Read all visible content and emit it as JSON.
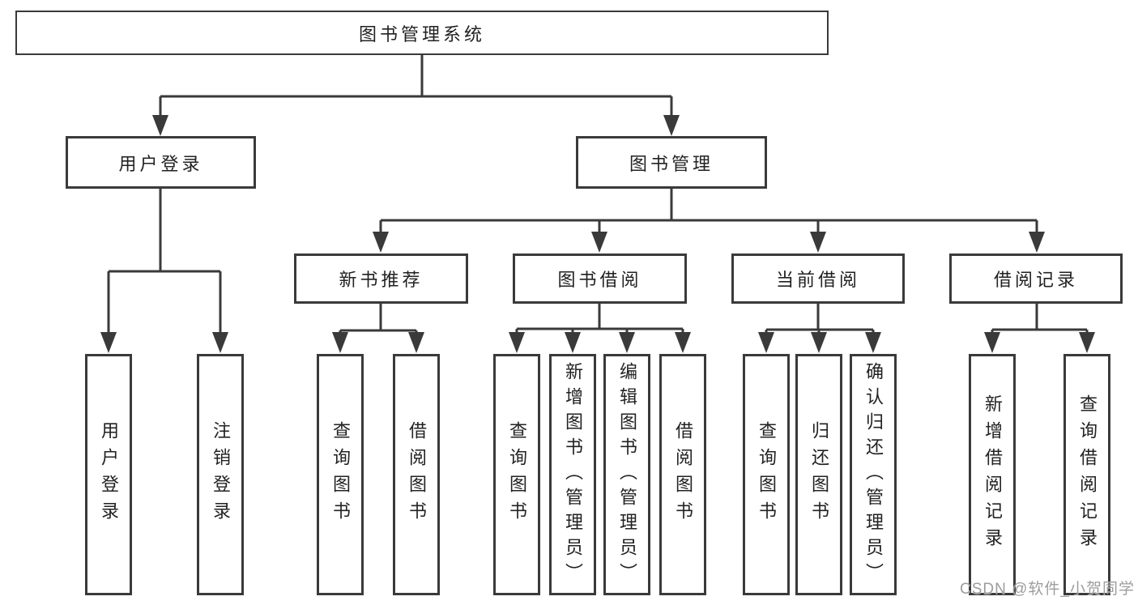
{
  "diagram": {
    "nodes": {
      "root": {
        "label": "图书管理系统"
      },
      "user_login": {
        "label": "用户登录"
      },
      "book_mgmt": {
        "label": "图书管理"
      },
      "new_books": {
        "label": "新书推荐"
      },
      "book_borrow": {
        "label": "图书借阅"
      },
      "current_borrow": {
        "label": "当前借阅"
      },
      "borrow_records": {
        "label": "借阅记录"
      },
      "leaf_user_login": {
        "label": "用户登录"
      },
      "leaf_logout": {
        "label": "注销登录"
      },
      "leaf_query_book_1": {
        "label": "查询图书"
      },
      "leaf_borrow_book_1": {
        "label": "借阅图书"
      },
      "leaf_query_book_2": {
        "label": "查询图书"
      },
      "leaf_add_book": {
        "label": "新增图书（管理员）"
      },
      "leaf_edit_book": {
        "label": "编辑图书（管理员）"
      },
      "leaf_borrow_book_2": {
        "label": "借阅图书"
      },
      "leaf_query_book_3": {
        "label": "查询图书"
      },
      "leaf_return_book": {
        "label": "归还图书"
      },
      "leaf_confirm_return": {
        "label": "确认归还（管理员）"
      },
      "leaf_add_record": {
        "label": "新增借阅记录"
      },
      "leaf_query_record": {
        "label": "查询借阅记录"
      }
    },
    "hierarchy": {
      "图书管理系统": {
        "用户登录": [
          "用户登录",
          "注销登录"
        ],
        "图书管理": {
          "新书推荐": [
            "查询图书",
            "借阅图书"
          ],
          "图书借阅": [
            "查询图书",
            "新增图书（管理员）",
            "编辑图书（管理员）",
            "借阅图书"
          ],
          "当前借阅": [
            "查询图书",
            "归还图书",
            "确认归还（管理员）"
          ],
          "借阅记录": [
            "新增借阅记录",
            "查询借阅记录"
          ]
        }
      }
    }
  },
  "watermark": {
    "text": "CSDN @软件_小贺同学"
  },
  "colors": {
    "line": "#3a3a3a",
    "text": "#222222",
    "background": "#ffffff",
    "watermark": "#9d9d9d"
  }
}
